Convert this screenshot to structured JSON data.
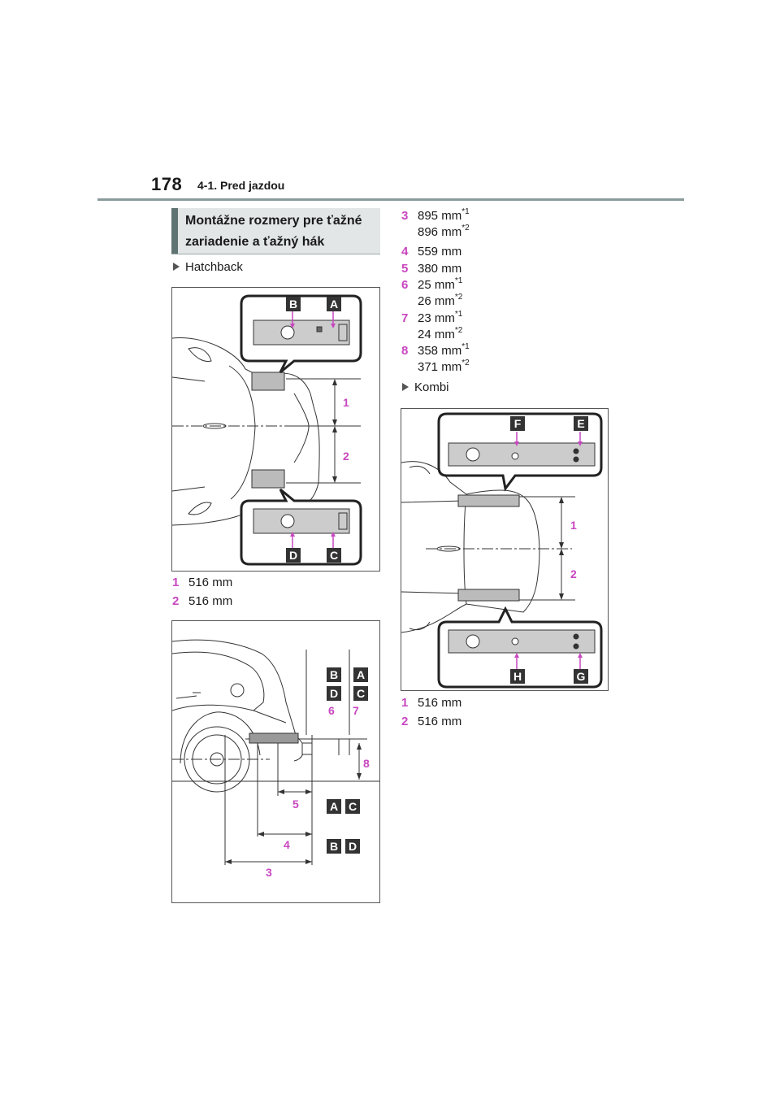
{
  "header": {
    "page_number": "178",
    "chapter": "4-1. Pred jazdou"
  },
  "section": {
    "title_line1": "Montážne rozmery pre ťažné",
    "title_line2": "zariadenie a ťažný hák"
  },
  "hatchback": {
    "label": "Hatchback",
    "figure_top_letters": [
      "B",
      "A"
    ],
    "figure_bottom_letters": [
      "D",
      "C"
    ],
    "dimension_numbers": [
      "1",
      "2"
    ],
    "items": [
      {
        "num": "1",
        "text": "516 mm"
      },
      {
        "num": "2",
        "text": "516 mm"
      }
    ],
    "side_figure": {
      "letters_top": [
        "B",
        "A",
        "D",
        "C"
      ],
      "letters_mid": [
        "A",
        "C"
      ],
      "letters_bottom": [
        "B",
        "D"
      ],
      "numbers": [
        "6",
        "7",
        "8",
        "5",
        "4",
        "3"
      ]
    }
  },
  "right_items": [
    {
      "num": "3",
      "l1": "895 mm",
      "s1": "*1",
      "l2": "896 mm",
      "s2": "*2"
    },
    {
      "num": "4",
      "l1": "559 mm",
      "s1": "",
      "l2": "",
      "s2": ""
    },
    {
      "num": "5",
      "l1": "380 mm",
      "s1": "",
      "l2": "",
      "s2": ""
    },
    {
      "num": "6",
      "l1": "25 mm",
      "s1": "*1",
      "l2": "26 mm",
      "s2": "*2"
    },
    {
      "num": "7",
      "l1": "23 mm",
      "s1": "*1",
      "l2": "24 mm",
      "s2": "*2"
    },
    {
      "num": "8",
      "l1": "358 mm",
      "s1": "*1",
      "l2": "371 mm",
      "s2": "*2"
    }
  ],
  "kombi": {
    "label": "Kombi",
    "figure_top_letters": [
      "F",
      "E"
    ],
    "figure_bottom_letters": [
      "H",
      "G"
    ],
    "dimension_numbers": [
      "1",
      "2"
    ],
    "items": [
      {
        "num": "1",
        "text": "516 mm"
      },
      {
        "num": "2",
        "text": "516 mm"
      }
    ]
  },
  "colors": {
    "accent_magenta": "#c847c0",
    "label_box": "#333333",
    "header_rule": "#8a9a9a",
    "section_bg": "#e2e6e6",
    "section_bar": "#5f7373"
  }
}
